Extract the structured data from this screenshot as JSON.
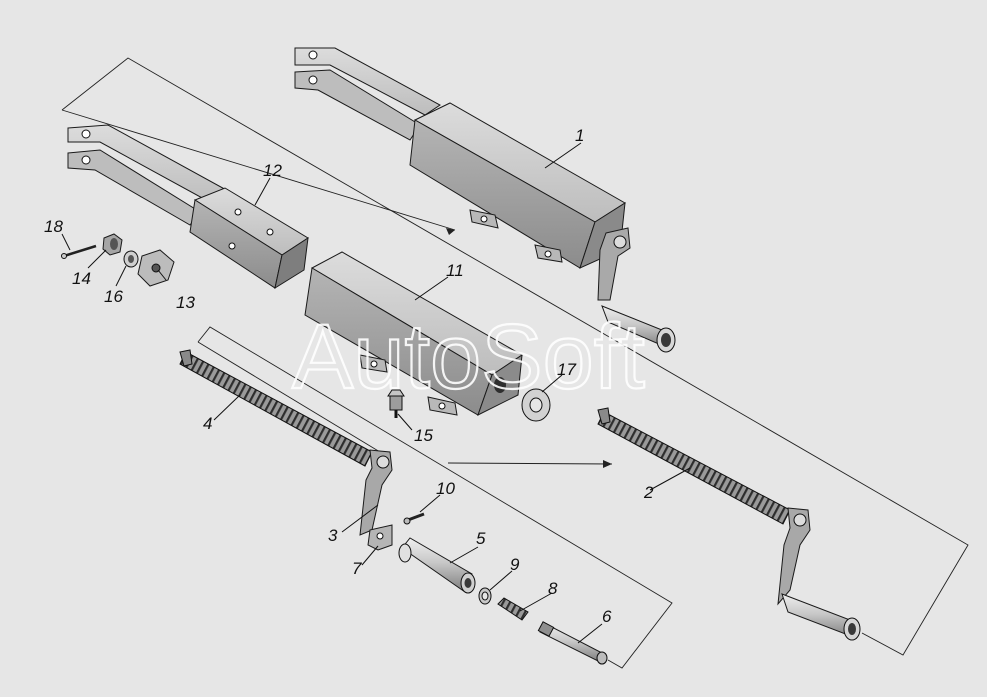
{
  "watermark": "AutoSoft",
  "callouts": {
    "p1": "1",
    "p2": "2",
    "p3": "3",
    "p4": "4",
    "p5": "5",
    "p6": "6",
    "p7": "7",
    "p8": "8",
    "p9": "9",
    "p10": "10",
    "p11": "11",
    "p12": "12",
    "p13": "13",
    "p14": "14",
    "p15": "15",
    "p16": "16",
    "p17": "17",
    "p18": "18"
  },
  "colors": {
    "background": "#e6e6e6",
    "part_light": "#c9c9c9",
    "part_mid": "#a7a7a7",
    "part_dark": "#6f6f6f",
    "line": "#1a1a1a",
    "watermark": "#ffffff"
  }
}
